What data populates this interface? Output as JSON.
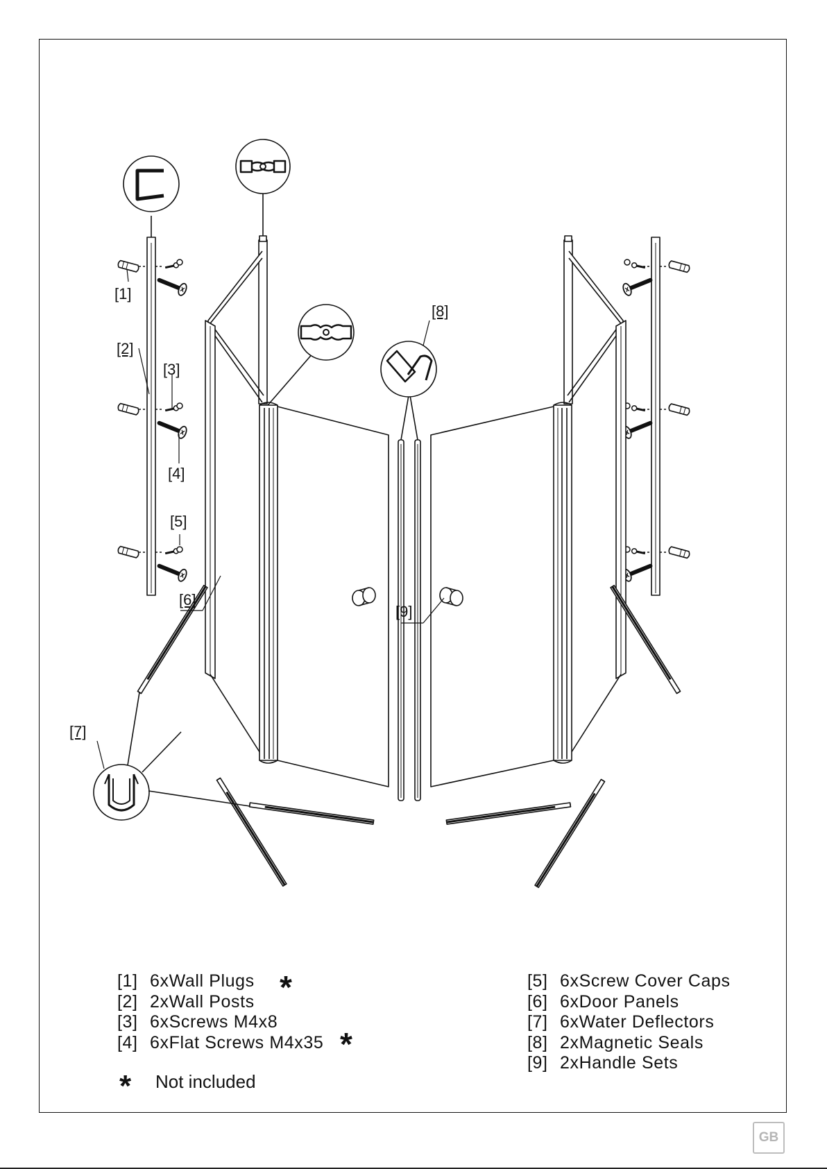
{
  "callouts": {
    "c1": "[1]",
    "c2": "[2]",
    "c3": "[3]",
    "c4": "[4]",
    "c5": "[5]",
    "c6": "[6]",
    "c7": "[7]",
    "c8": "[8]",
    "c9": "[9]"
  },
  "legend_left": [
    {
      "code": "[1]",
      "text": "6xWall Plugs"
    },
    {
      "code": "[2]",
      "text": "2xWall Posts"
    },
    {
      "code": "[3]",
      "text": "6xScrews M4x8"
    },
    {
      "code": "[4]",
      "text": "6xFlat Screws M4x35"
    }
  ],
  "legend_right": [
    {
      "code": "[5]",
      "text": "6xScrew Cover Caps"
    },
    {
      "code": "[6]",
      "text": "6xDoor Panels"
    },
    {
      "code": "[7]",
      "text": "6xWater Deflectors"
    },
    {
      "code": "[8]",
      "text": "2xMagnetic Seals"
    },
    {
      "code": "[9]",
      "text": "2xHandle Sets"
    }
  ],
  "note": {
    "symbol": "*",
    "text": "Not included"
  },
  "badge": "GB",
  "colors": {
    "ink": "#111111",
    "badge": "#b5b5b5"
  }
}
